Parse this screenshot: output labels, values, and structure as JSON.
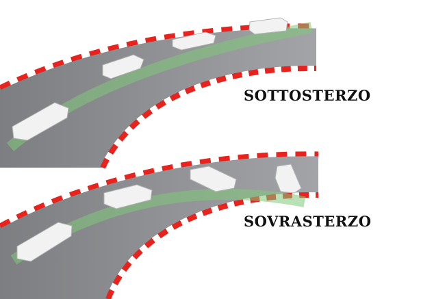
{
  "diagrams": [
    {
      "id": "understeer",
      "label": "SOTTOSTERZO"
    },
    {
      "id": "oversteer",
      "label": "SOVRASTERZO"
    }
  ],
  "colors": {
    "road": "#8f9093",
    "curb_red": "#e8231d",
    "curb_white": "#ffffff",
    "path_green": "#7fc97a",
    "car": "#f2f2f2"
  }
}
